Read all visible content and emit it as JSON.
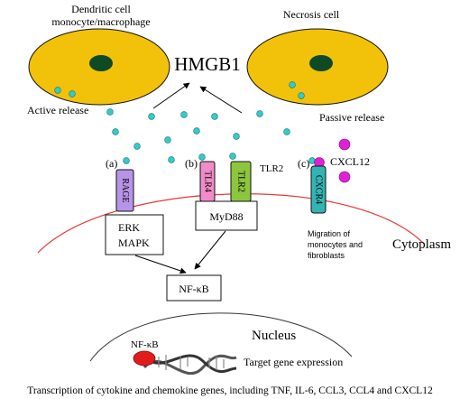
{
  "cells": {
    "dendritic_label_line1": "Dendritic cell",
    "dendritic_label_line2": "monocyte/macrophage",
    "necrosis_label": "Necrosis cell",
    "active_release": "Active release",
    "passive_release": "Passive release"
  },
  "ligand": {
    "name": "HMGB1"
  },
  "receptors": {
    "a": {
      "tag": "(a)",
      "name": "RAGE"
    },
    "b": {
      "tag": "(b)",
      "tlr4": "TLR4",
      "tlr2": "TLR2",
      "tlr2_side": "TLR2"
    },
    "c": {
      "tag": "(c)",
      "name": "CXCR4",
      "ligand": "CXCL12"
    }
  },
  "signaling": {
    "erk_line1": "ERK",
    "erk_line2": "MAPK",
    "myd88": "MyD88",
    "nfkb": "NF-κB",
    "nfkb_nucleus": "NF-κB"
  },
  "migration": {
    "line1": "Migration of",
    "line2": "monocytes and",
    "line3": "fibroblasts"
  },
  "compartments": {
    "cytoplasm": "Cytoplasm",
    "nucleus": "Nucleus"
  },
  "target_gene": "Target gene expression",
  "caption": "Transcription of cytokine and chemokine genes, including TNF, IL-6, CCL3, CCL4 and CXCL12",
  "colors": {
    "cell_fill": "#f2c20a",
    "nucleus_fill": "#0f4a26",
    "hmgb1_dot": "#31cccc",
    "cxcl12_dot": "#e020d8",
    "rage": "#b794e8",
    "tlr4": "#f08cc8",
    "tlr2": "#8cc63f",
    "cxcr4": "#33b4b4",
    "membrane": "#e83a3a",
    "nfkb_oval": "#e01c1c"
  }
}
